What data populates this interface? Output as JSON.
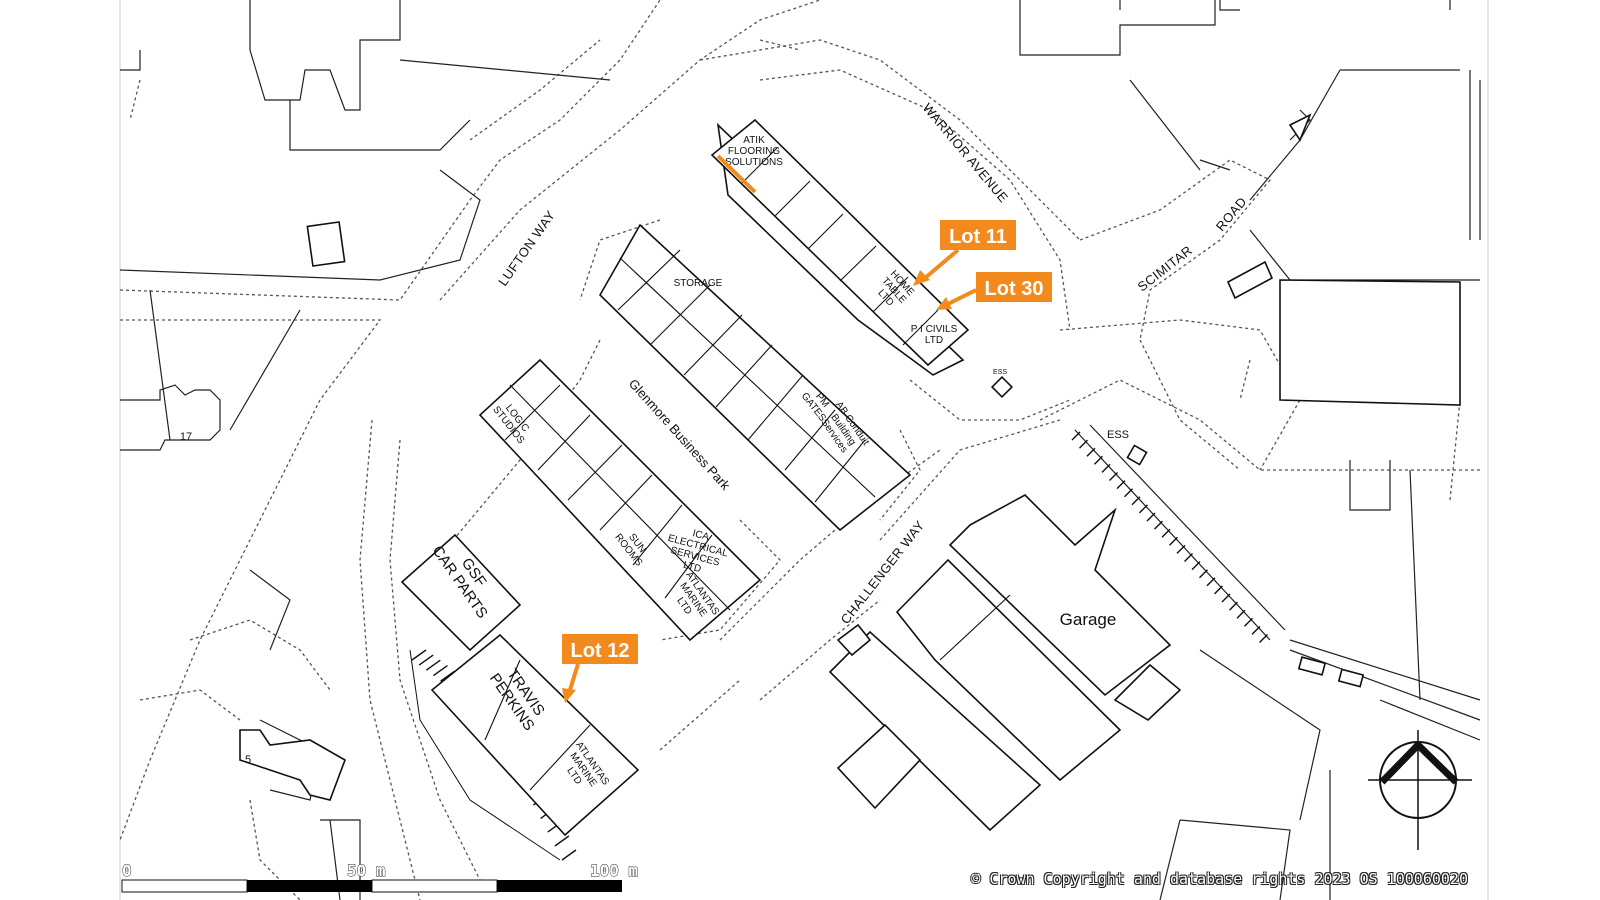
{
  "roads": {
    "lufton_way": "LUFTON WAY",
    "warrior_avenue": "WARRIOR AVENUE",
    "scimitar": "SCIMITAR",
    "road": "ROAD",
    "challenger_way": "CHALLENGER WAY"
  },
  "park_name": "Glenmore Business Park",
  "tenants": {
    "atik": [
      "ATIK",
      "FLOORING",
      "SOLUTIONS"
    ],
    "home_table": [
      "HOME",
      "TABLE",
      "LTD"
    ],
    "pi_civils": [
      "P I CIVILS",
      "LTD"
    ],
    "storage": "STORAGE",
    "pm_gates": [
      "PM",
      "GATES"
    ],
    "ab_conduit": [
      "AB Conduit",
      "Building",
      "Services"
    ],
    "logic_studios": [
      "LOGIC",
      "STUDIOS"
    ],
    "sun_rooms": [
      "SUN",
      "ROOMS"
    ],
    "ica": [
      "ICA",
      "ELECTRICAL",
      "SERVICES",
      "LTD"
    ],
    "atlantas_1": [
      "ATLANTAS",
      "MARINE",
      "LTD"
    ],
    "gsf": [
      "GSF",
      "CAR PARTS"
    ],
    "travis": [
      "TRAVIS",
      "PERKINS"
    ],
    "atlantas_2": [
      "ATLANTAS",
      "MARINE",
      "LTD"
    ],
    "garage": "Garage"
  },
  "small_labels": {
    "ess_1": "ESS",
    "ess_2": "ESS",
    "house_17": "17",
    "house_5": "5"
  },
  "callouts": {
    "lot11": "Lot 11",
    "lot30": "Lot 30",
    "lot12": "Lot 12"
  },
  "scale": {
    "labels": [
      "0",
      "50 m",
      "100 m"
    ]
  },
  "copyright": "© Crown Copyright and database rights 2023 OS 100060020",
  "colors": {
    "accent": "#f28a1d",
    "ink": "#111111",
    "paper": "#ffffff"
  }
}
